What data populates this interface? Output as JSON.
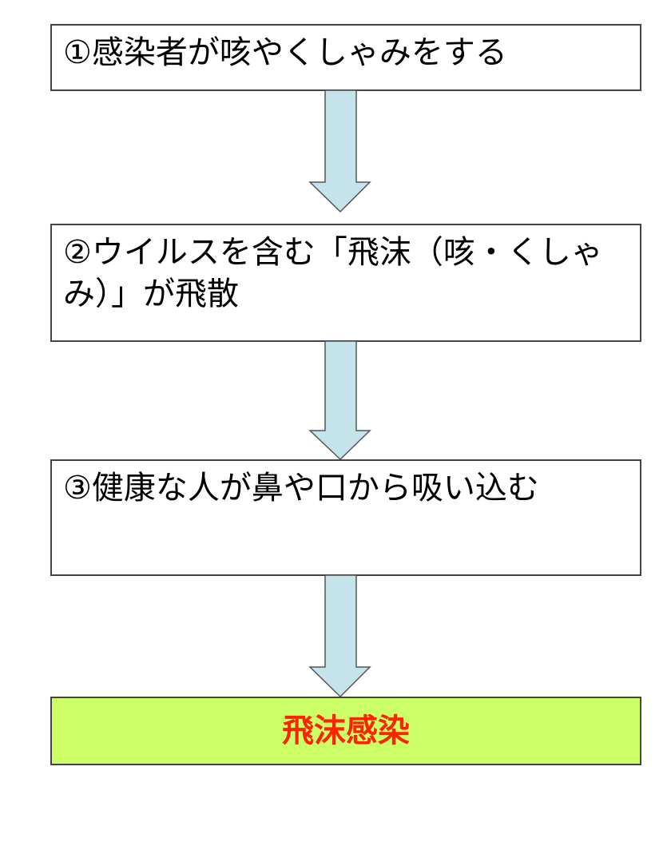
{
  "steps": [
    {
      "text": "①感染者が咳やくしゃみをする"
    },
    {
      "text": "②ウイルスを含む「飛沫（咳・くしゃみ）」が飛散"
    },
    {
      "text": "③健康な人が鼻や口から吸い込む"
    }
  ],
  "result": {
    "text": "飛沫感染"
  },
  "colors": {
    "arrow": "#c5e3ea",
    "result_bg": "#ccff66",
    "result_text": "#ff2200"
  }
}
